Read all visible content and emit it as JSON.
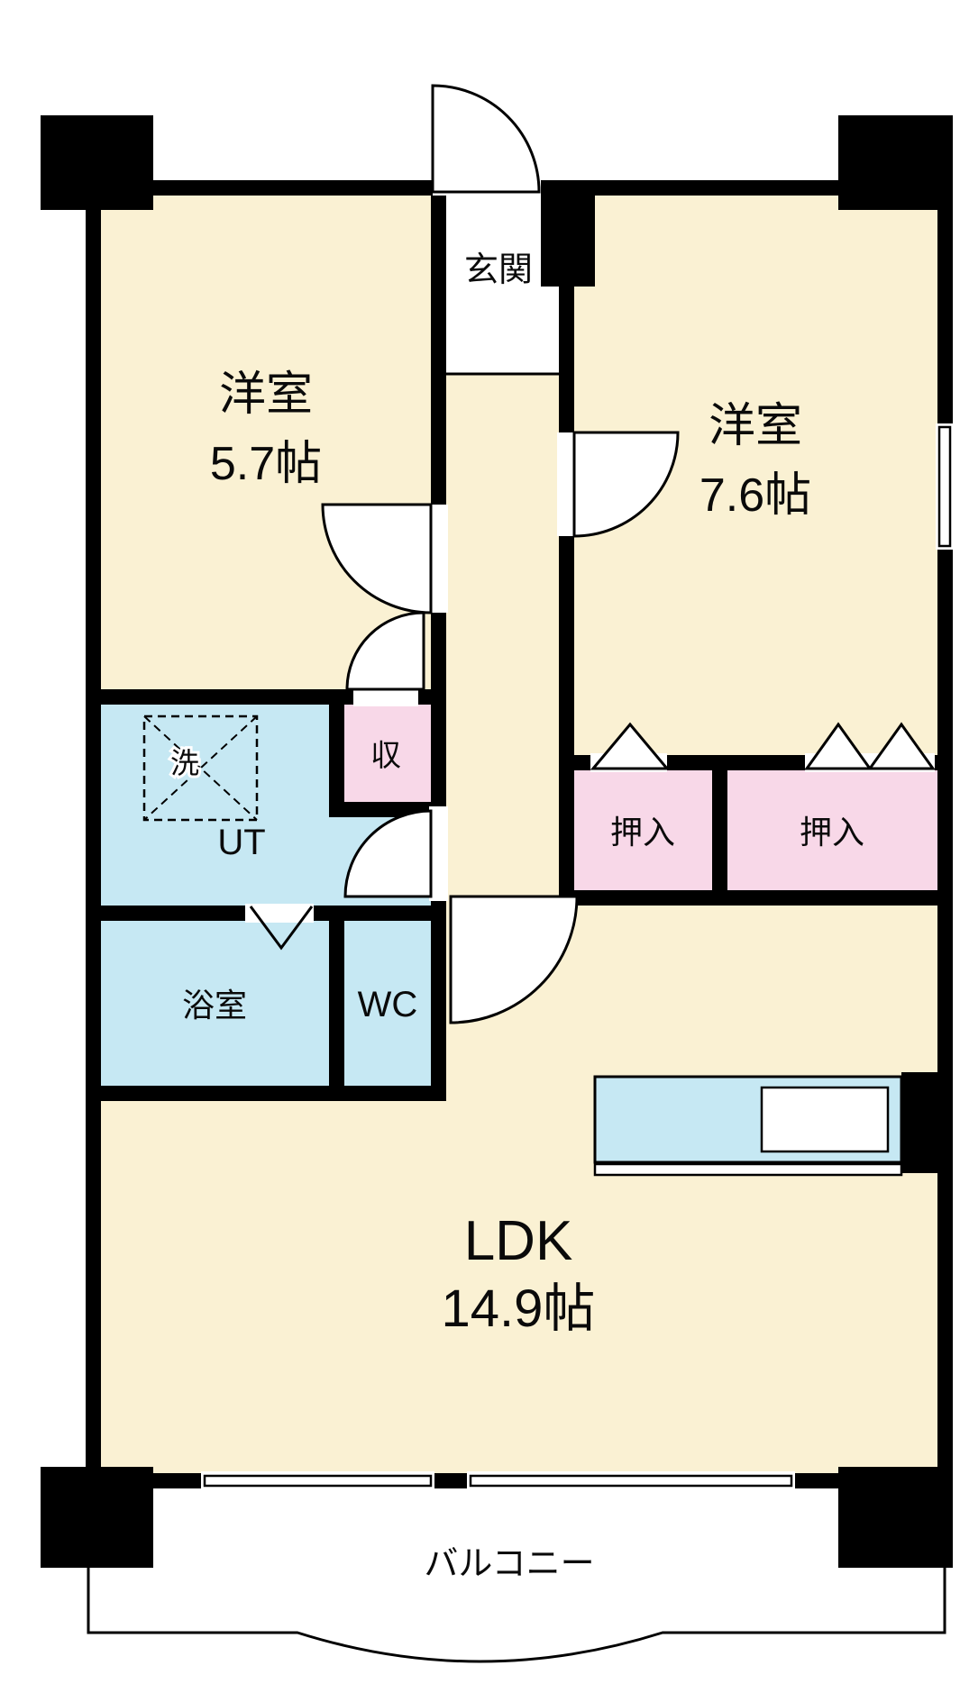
{
  "floorplan": {
    "rooms": {
      "bedroom1": {
        "name": "洋室",
        "size": "5.7帖"
      },
      "bedroom2": {
        "name": "洋室",
        "size": "7.6帖"
      },
      "ldk": {
        "name": "LDK",
        "size": "14.9帖"
      },
      "entrance": {
        "label": "玄関"
      },
      "utility": {
        "label": "UT"
      },
      "laundry": {
        "label": "洗"
      },
      "bath": {
        "label": "浴室"
      },
      "toilet": {
        "label": "WC"
      },
      "storage": {
        "label": "収"
      },
      "closet_left": {
        "label": "押入"
      },
      "closet_right": {
        "label": "押入"
      },
      "balcony": {
        "label": "バルコニー"
      }
    },
    "colors": {
      "room_fill": "#FAF1D3",
      "wet_fill": "#C6E8F3",
      "closet_fill": "#F8D8E8",
      "wall": "#000000",
      "background": "#FFFFFF"
    }
  }
}
